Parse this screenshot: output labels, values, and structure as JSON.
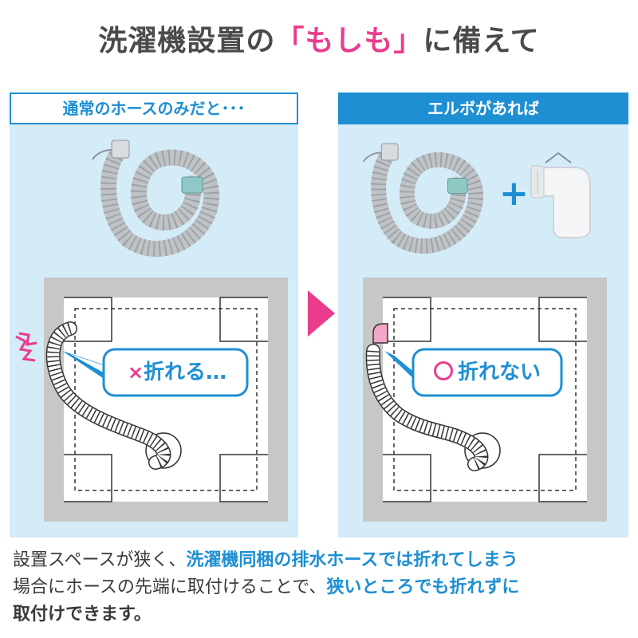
{
  "title": {
    "prefix": "洗濯機設置の",
    "highlight": "「もしも」",
    "suffix": "に備えて"
  },
  "panels": {
    "left": {
      "header": "通常のホースのみだと･･･"
    },
    "right": {
      "header": "エルボがあれば"
    }
  },
  "plus": "+",
  "bubbles": {
    "bad": {
      "mark": "×",
      "text": "折れる…"
    },
    "good": {
      "mark": "○",
      "text": "折れない"
    }
  },
  "description": {
    "line1_normal": "設置スペースが狭く、",
    "line1_highlight": "洗濯機同梱の排水ホースでは折れてしまう",
    "line2_normal": "場合にホースの先端に取付けることで、",
    "line2_highlight": "狭いところでも折れずに",
    "line3_highlight": "取付けできます。"
  },
  "colors": {
    "accent_pink": "#ea3c8d",
    "accent_blue": "#1e8fd3",
    "panel_bg": "#d4ebf8",
    "frame_gray": "#c7c7c7"
  },
  "icons": {
    "kink": "kink-burst-icon",
    "arrow": "triangle-right-arrow-icon",
    "elbow": "elbow-fitting-icon"
  }
}
